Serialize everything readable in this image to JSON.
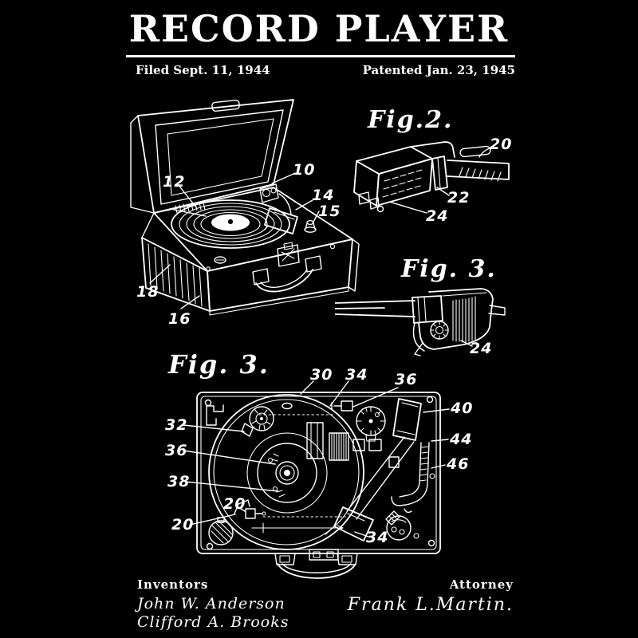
{
  "header": {
    "title": "RECORD PLAYER",
    "filed": "Filed Sept. 11, 1944",
    "patented": "Patented Jan. 23, 1945"
  },
  "figures": {
    "fig1": {
      "labels": {
        "n10": "10",
        "n12": "12",
        "n14": "14",
        "n15": "15",
        "n18": "18",
        "n16": "16"
      }
    },
    "fig2": {
      "caption": "Fig.2.",
      "labels": {
        "n20": "20",
        "n22": "22",
        "n24": "24"
      }
    },
    "fig3_side": {
      "caption": "Fig. 3.",
      "labels": {
        "n24": "24"
      }
    },
    "fig3_bottom": {
      "caption": "Fig. 3.",
      "labels": {
        "n30": "30",
        "n34_top": "34",
        "n36_top": "36",
        "n40": "40",
        "n44": "44",
        "n46": "46",
        "n32": "32",
        "n36_left": "36",
        "n38": "38",
        "n20_upper": "20",
        "n20_lower": "20",
        "n34_bottom": "34"
      }
    }
  },
  "footer": {
    "inventors_heading": "Inventors",
    "inventors": [
      "John W. Anderson",
      "Clifford A. Brooks"
    ],
    "attorney_heading": "Attorney",
    "attorney_name": "Frank L.Martin."
  },
  "colors": {
    "background": "#000000",
    "ink": "#ffffff"
  }
}
